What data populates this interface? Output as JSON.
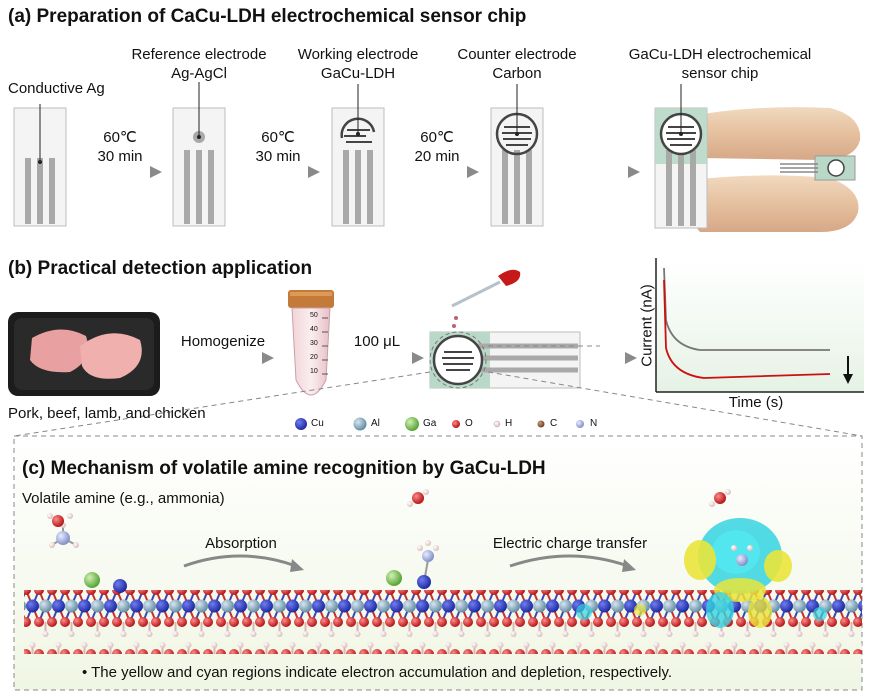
{
  "panel_a": {
    "title": "(a) Preparation of CaCu-LDH electrochemical sensor chip",
    "step1_label": "Conductive Ag",
    "step2_label_1": "Reference electrode",
    "step2_label_2": "Ag-AgCl",
    "step3_label_1": "Working electrode",
    "step3_label_2": "GaCu-LDH",
    "step4_label_1": "Counter electrode",
    "step4_label_2": "Carbon",
    "step5_label_1": "GaCu-LDH electrochemical",
    "step5_label_2": "sensor chip",
    "arrow1_temp": "60℃",
    "arrow1_time": "30 min",
    "arrow2_temp": "60℃",
    "arrow2_time": "30 min",
    "arrow3_temp": "60℃",
    "arrow3_time": "20 min"
  },
  "panel_b": {
    "title": "(b) Practical detection application",
    "meat_caption": "Pork, beef, lamb, and chicken",
    "homogenize_label": "Homogenize",
    "volume_label": "100 μL",
    "tube_ticks": [
      "50",
      "40",
      "30",
      "20",
      "10"
    ],
    "graph_ylabel": "Current (nA)",
    "graph_xlabel": "Time (s)",
    "legend": [
      {
        "symbol": "Cu",
        "color": "#2233bb"
      },
      {
        "symbol": "Al",
        "color": "#6d9ab5"
      },
      {
        "symbol": "Ga",
        "color": "#6fbf4a"
      },
      {
        "symbol": "O",
        "color": "#d42020"
      },
      {
        "symbol": "H",
        "color": "#f0dada"
      },
      {
        "symbol": "C",
        "color": "#8a5a3a"
      },
      {
        "symbol": "N",
        "color": "#9aa6d6"
      }
    ]
  },
  "panel_c": {
    "title": "(c) Mechanism of volatile amine recognition by GaCu-LDH",
    "amine_label": "Volatile amine (e.g., ammonia)",
    "absorption_label": "Absorption",
    "transfer_label": "Electric charge transfer",
    "note": "•  The yellow and cyan regions indicate electron accumulation and depletion, respectively."
  }
}
